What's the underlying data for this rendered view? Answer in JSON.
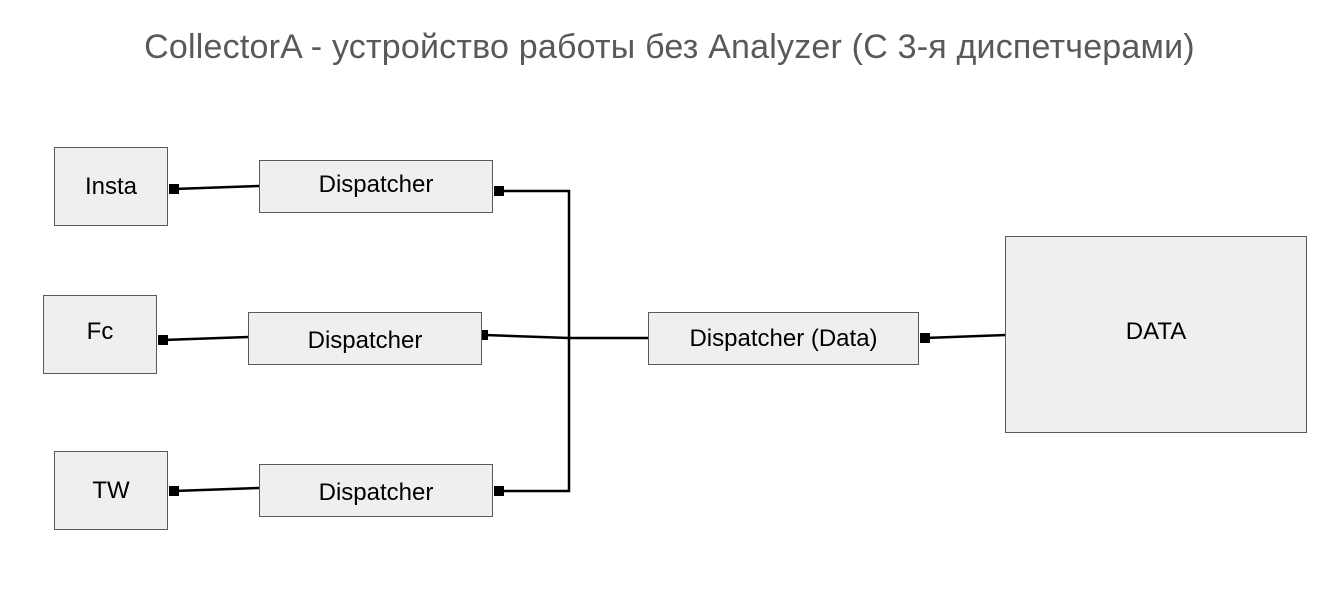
{
  "title": "CollectorA - устройство работы без Analyzer (С 3-я диспетчерами)",
  "nodes": {
    "source_insta": "Insta",
    "source_fc": "Fc",
    "source_tw": "TW",
    "dispatcher_insta": "Dispatcher",
    "dispatcher_fc": "Dispatcher",
    "dispatcher_tw": "Dispatcher",
    "dispatcher_data": "Dispatcher (Data)",
    "data_store": "DATA"
  },
  "colors": {
    "box_fill": "#efefef",
    "box_border": "#595959",
    "wire": "#000000",
    "title_text": "#595959"
  }
}
